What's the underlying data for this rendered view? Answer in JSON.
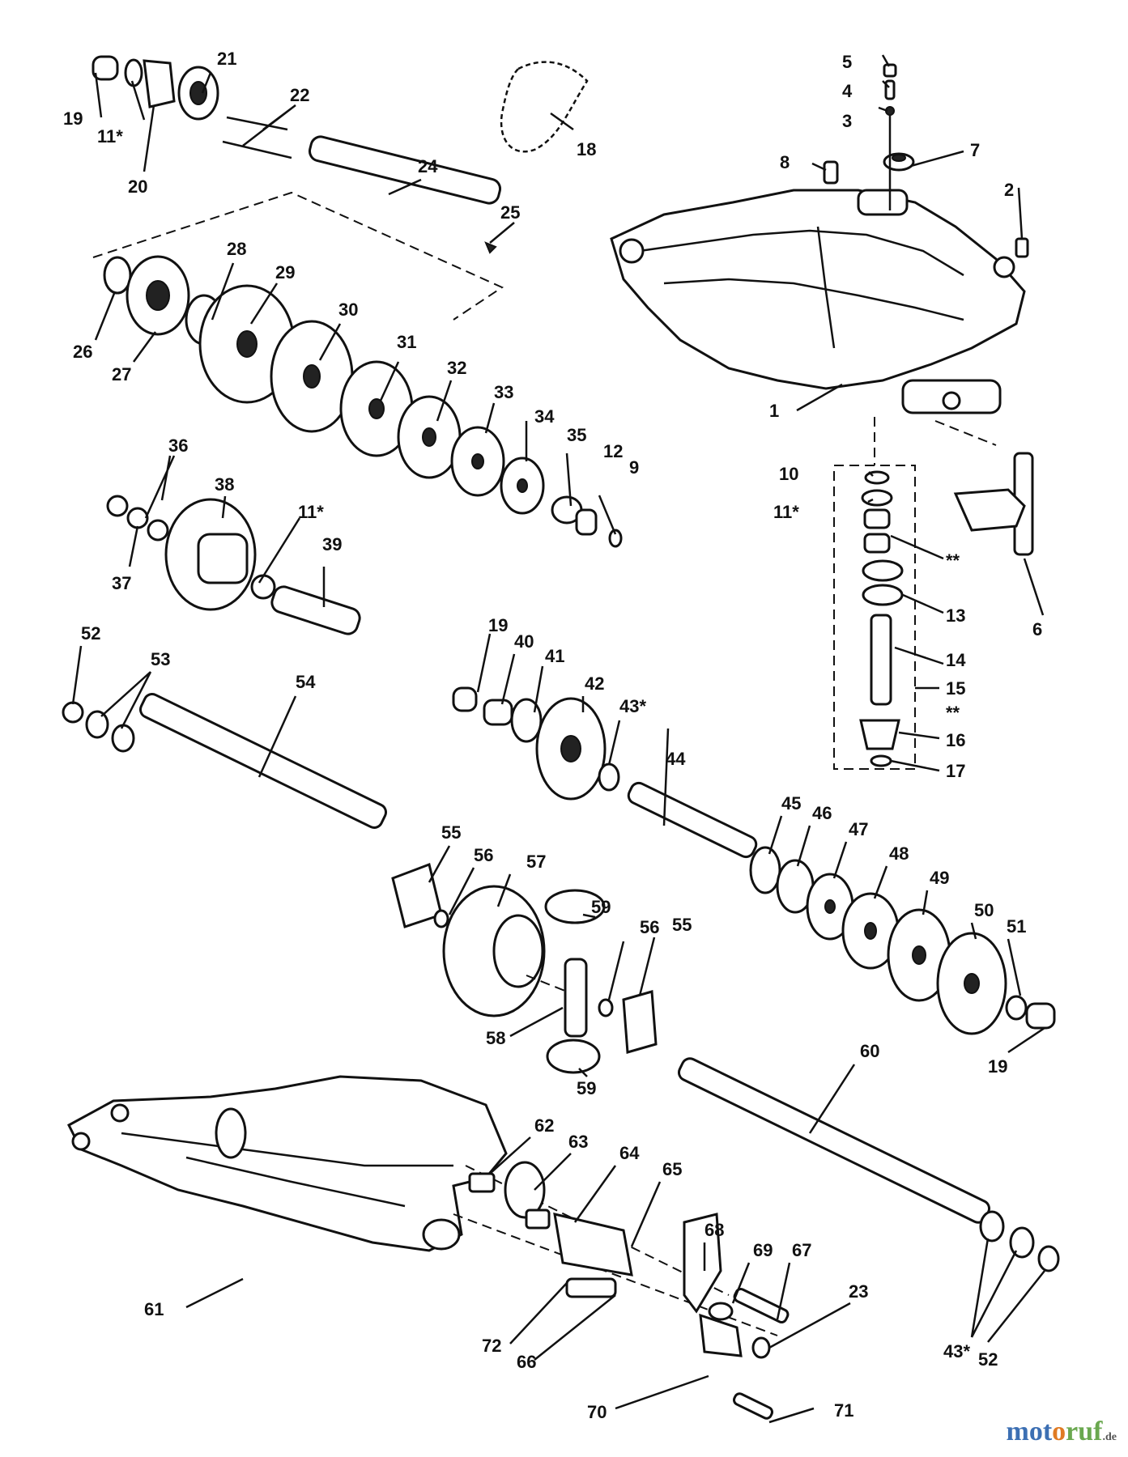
{
  "diagram": {
    "labels": {
      "l1": "1",
      "l2": "2",
      "l3": "3",
      "l4": "4",
      "l5": "5",
      "l6": "6",
      "l7": "7",
      "l8": "8",
      "l9": "9",
      "l10": "10",
      "l11a": "11*",
      "l11b": "11*",
      "l11c": "11*",
      "l12": "12",
      "l13": "13",
      "l14": "14",
      "l15": "15",
      "l16": "16",
      "l17": "17",
      "l18": "18",
      "l19a": "19",
      "l19b": "19",
      "l19c": "19",
      "l20": "20",
      "l21": "21",
      "l22": "22",
      "l23": "23",
      "l24": "24",
      "l25": "25",
      "l26": "26",
      "l27": "27",
      "l28": "28",
      "l29": "29",
      "l30": "30",
      "l31": "31",
      "l32": "32",
      "l33": "33",
      "l34": "34",
      "l35": "35",
      "l36": "36",
      "l37": "37",
      "l38": "38",
      "l39": "39",
      "l40": "40",
      "l41": "41",
      "l42": "42",
      "l43a": "43*",
      "l43b": "43*",
      "l44": "44",
      "l45": "45",
      "l46": "46",
      "l47": "47",
      "l48": "48",
      "l49": "49",
      "l50": "50",
      "l51": "51",
      "l52a": "52",
      "l52b": "52",
      "l53": "53",
      "l54": "54",
      "l55a": "55",
      "l55b": "55",
      "l56a": "56",
      "l56b": "56",
      "l57": "57",
      "l58": "58",
      "l59a": "59",
      "l59b": "59",
      "l60": "60",
      "l61": "61",
      "l62": "62",
      "l63": "63",
      "l64": "64",
      "l65": "65",
      "l66": "66",
      "l67": "67",
      "l68": "68",
      "l69": "69",
      "l70": "70",
      "l71": "71",
      "l72": "72",
      "ss1": "**",
      "ss2": "**"
    }
  },
  "watermark": {
    "part_a": "mot",
    "part_b": "o",
    "part_c": "ruf",
    "suffix": ".de"
  }
}
